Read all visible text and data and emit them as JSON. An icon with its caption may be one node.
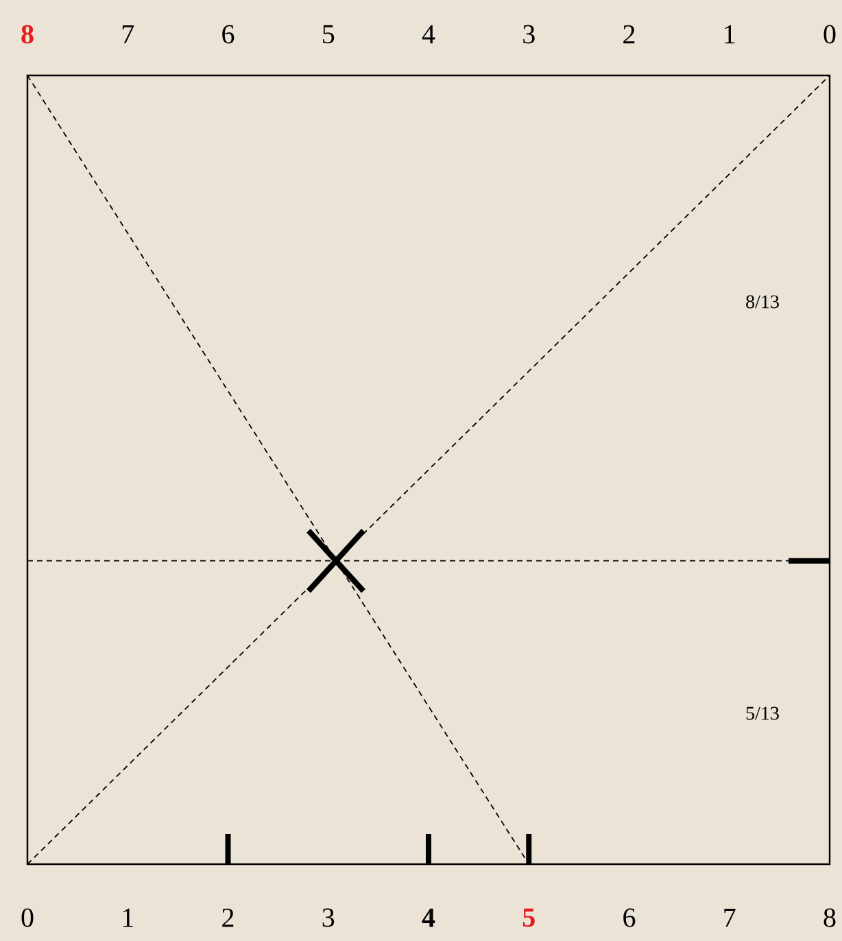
{
  "diagram": {
    "labels": [
      "8",
      "7",
      "6",
      "5",
      "4",
      "3",
      "2",
      "1",
      "0",
      "0",
      "1",
      "2",
      "3",
      "4",
      "5",
      "6",
      "7",
      "8",
      "8/13",
      "5/13"
    ]
  }
}
